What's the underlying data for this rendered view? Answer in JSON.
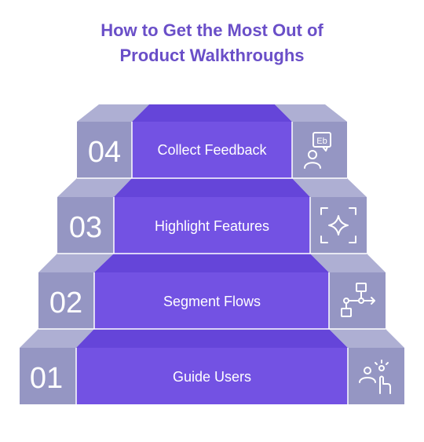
{
  "title": {
    "line1": "How to Get the Most Out of",
    "line2": "Product Walkthroughs"
  },
  "steps": [
    {
      "number": "04",
      "label": "Collect Feedback",
      "icon": "feedback-icon"
    },
    {
      "number": "03",
      "label": "Highlight Features",
      "icon": "sparkle-focus-icon"
    },
    {
      "number": "02",
      "label": "Segment Flows",
      "icon": "flowchart-icon"
    },
    {
      "number": "01",
      "label": "Guide Users",
      "icon": "user-touch-icon"
    }
  ],
  "colors": {
    "title": "#6a4fc8",
    "stair_main": "#7352e3",
    "stair_top": "#6545d9",
    "side_block": "#9596c3",
    "side_top": "#aeafd3"
  }
}
